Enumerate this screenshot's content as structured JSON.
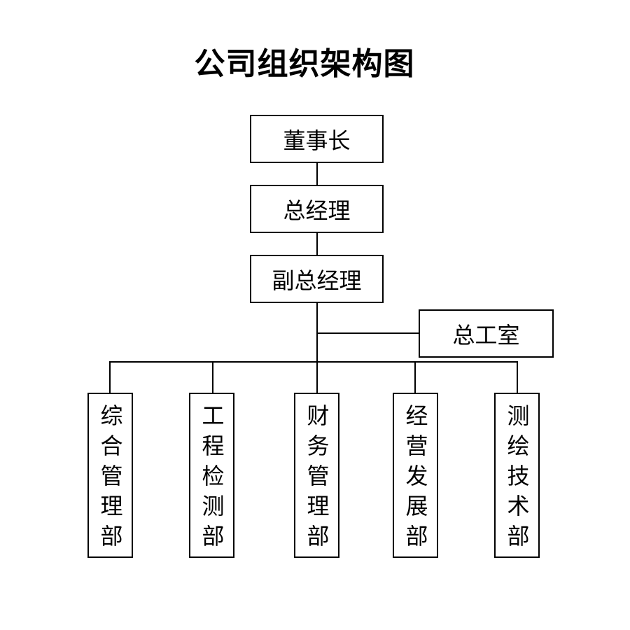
{
  "title": "公司组织架构图",
  "nodes": {
    "chairman": "董事长",
    "general_manager": "总经理",
    "deputy_general_manager": "副总经理",
    "chief_engineer_office": "总工室"
  },
  "departments": [
    {
      "label": "综合管理部"
    },
    {
      "label": "工程检测部"
    },
    {
      "label": "财务管理部"
    },
    {
      "label": "经营发展部"
    },
    {
      "label": "测绘技术部"
    }
  ]
}
